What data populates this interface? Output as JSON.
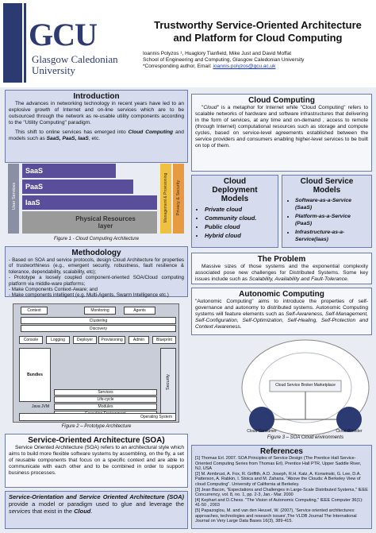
{
  "header": {
    "logo_letters": "GCU",
    "university_line1": "Glasgow Caledonian",
    "university_line2": "University",
    "title_line1": "Trustworthy Service-Oriented Architecture",
    "title_line2": "and Platform for Cloud Computing",
    "authors": "Ioannis Polyzos ¹, Huaglory Tianfield, Mike Just and David Moffat",
    "affiliation": "School of Engineering and Computing, Glasgow Caledonian University",
    "correspondence": "*Corresponding author, Email: ",
    "email": "ioannis.polyzos@gcu.ac.uk"
  },
  "introduction": {
    "heading": "Introduction",
    "p1": "The advances in networking technology in recent years have led to an explosive growth of Internet and on-line services which are to be outsourced through the network as re-usable utility components according to the \"Utility Computing\" paradigm.",
    "p2_prefix": "This shift to online services has emerged into ",
    "p2_em1": "Cloud Computing",
    "p2_mid": " and models such as ",
    "p2_models": "SaaS, PaaS, IaaS",
    "p2_suffix": ", etc."
  },
  "figure1": {
    "layers": [
      "SaaS",
      "PaaS",
      "IaaS"
    ],
    "physical_line1": "Physical Resources",
    "physical_line2": "layer",
    "side_left": "User Services",
    "side_mgmt": "Management & Provisioning",
    "side_privacy": "Privacy & Security",
    "caption": "Figure 1 - Cloud Computing Architecture"
  },
  "cloud_computing": {
    "heading": "Cloud Computing",
    "text_em": "Cloud",
    "text": "\" is a metaphor for Internet while \"Cloud Computing\" refers to scalable networks of hardware and software infrastructures that delivering in the form of services, at any time and on-demand , access to remote (through Internet) computational resources such as storage and compute cycles, based on service-level agreements established between the service providers and consumers enabling higher-level services to be built on top of them."
  },
  "deployment_models": {
    "heading_line1": "Cloud",
    "heading_line2": "Deployment",
    "heading_line3": "Models",
    "items": [
      "Private cloud",
      "Community cloud.",
      "Public cloud",
      "Hybrid cloud"
    ]
  },
  "service_models": {
    "heading_line1": "Cloud Service",
    "heading_line2": "Models",
    "items": [
      "Software-as-a-Service (SaaS)",
      "Platform-as-a-Service (PaaS)",
      "Infrastructure-as-a-Service(Iaas)"
    ]
  },
  "methodology": {
    "heading": "Methodology",
    "items": [
      "- Based on SOA and service protocols, design Cloud Architecture for properties of trustworthiness (e.g., emergent security, robustness, fault resilience & tolerance, dependability, scalability, etc);",
      "- Prototype a loosely coupled component-oriented SOA/Cloud computing platform via middle-ware platforms;",
      "- Make Components Context-Aware; and",
      "- Make components intelligent (e.g. Multi-Agents, Swarm Intelligence etc.)"
    ]
  },
  "problem": {
    "heading": "The Problem",
    "text": "Massive sizes of those systems and the exponential complexity associated pose new challenges for Distributed Systems. Some key issues include such as ",
    "text_em": "Scalability, Availability and Fault-Tolerance."
  },
  "autonomic": {
    "heading": "Autonomic Computing",
    "text": "\"Autonomic Computing\" aims to introduce the properties of self-governance and autonomy to distributed systems. Autonomic Computing systems will feature elements such as ",
    "text_em": "Self-Awareness, Self-Management, Self-Configuration, Self-Optimization, Self-Healing, Self-Protection and Context Awareness."
  },
  "figure2": {
    "top_boxes": [
      "Context",
      "Monitoring",
      "Agents"
    ],
    "clustering": "Clustering",
    "discovery": "Discovery",
    "row_boxes": [
      "Console",
      "Logging",
      "Deployer",
      "Provisioning",
      "Admin",
      "Blueprint"
    ],
    "bundles": "Bundles",
    "services": "Services",
    "lifecycle": "Life-cycle",
    "modules": "Modules",
    "execution": "Execution Environment",
    "security": "Security",
    "java": "Java JVM",
    "os": "Operating System",
    "caption": "Figure 2 – Prototype Architecture"
  },
  "figure3": {
    "broker": "Cloud Service Broker Marketplace",
    "consumer": "Cloud Consumer",
    "provider": "Cloud Provider",
    "caption": "Figure 3 – SOA  Cloud environments"
  },
  "soa": {
    "heading": "Service-Oriented Architecture (SOA)",
    "text": "Service Oriented Architecture (SOA) refers to an architectural style which aims to build more flexible software systems by assembling, on the fly, a set of reusable components that focus on a specific context and are able to communicate with each other and to be combined in order to support business processes."
  },
  "soo": {
    "text_em": "Service-Orientation and Service Oriented Architecture (SOA)",
    "text": " provide a model or paradigm used to glue and leverage the ",
    "text_em2": "services",
    "text2": " that exist in the ",
    "text_em3": "Cloud",
    "text3": "."
  },
  "references": {
    "heading": "References",
    "items": [
      "[1] Thomas Erl. 2007. SOA Principles of Service Design (The Prentice Hall Service-Oriented Computing Series from Thomas Erl). Prentice Hall PTR, Upper Saddle River, NJ, USA",
      "[2] M. Armbrust, A. Fox, R. Griffith, A.D. Joseph, R.H. Katz, A. Konwinski, G. Lee, D.A. Patterson, A. Rabkin, I. Stoica and M. Zaharia. \"Above the Clouds: A Berkeley View of cloud Computing\". University of California at Berkeley.",
      "[3] Jean Bacon, \"Expectations and Challenges in Large-Scale Distributed Systems,\" IEEE Concurrency, vol. 8, no. 1, pp. 2-3, Jan.- Mar. 2000",
      "[4] Kephart and D.Chess. \"The Vision of Autonomic Computing,\" IEEE Computer 36(1): 41-50 , 2003",
      "[5] Papazoglou, M. and van den Heuvel, W. (2007), 'Service oriented architectures: approaches, technologies and research issues',The VLDB Journal The International Journal on Very Large Data Bases 16(3), 389-415."
    ]
  },
  "colors": {
    "navy": "#2c3a72",
    "panel": "#d6dcee",
    "border": "#6b7aa8",
    "saas": "#5a4e9b",
    "paas": "#5a4e9b",
    "iaas": "#5a4e9b",
    "physical": "#9a9a9a",
    "management": "#f0c040",
    "privacy": "#e89a40"
  }
}
